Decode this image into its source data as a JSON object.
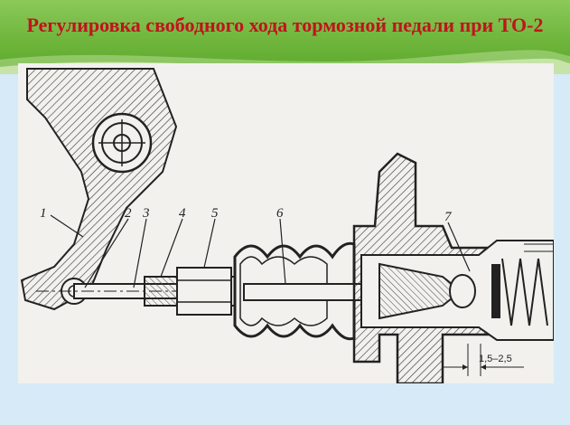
{
  "slide": {
    "title": "Регулировка свободного хода тормозной педали при ТО-2"
  },
  "colors": {
    "background": "#d6eaf8",
    "title_bar": "#6fb53c",
    "title_text": "#c0141c",
    "drawing_bg": "#f2f1ee"
  },
  "diagram": {
    "part_labels": [
      "1",
      "2",
      "3",
      "4",
      "5",
      "6",
      "7"
    ],
    "dimension": "1,5–2,5"
  }
}
